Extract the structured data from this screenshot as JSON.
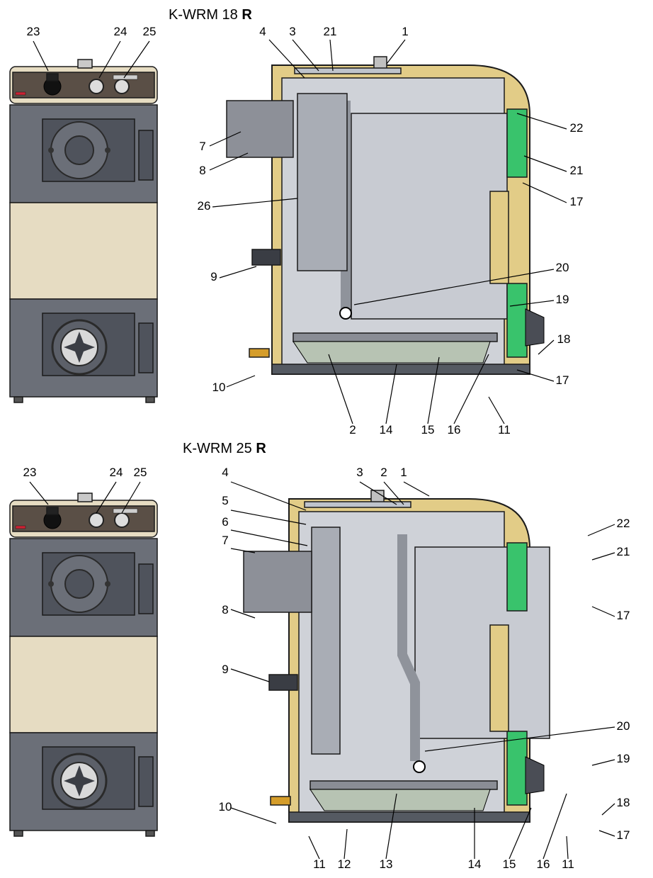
{
  "colors": {
    "body": "#6b6f78",
    "body_dark": "#4f535c",
    "top_panel": "#5a4f46",
    "cream": "#e6dcc2",
    "insulation": "#e2cc87",
    "inner": "#cfd2d8",
    "inner_dark": "#a9adb5",
    "green_seal": "#39c36c",
    "outline": "#1b1b1b"
  },
  "diagrams": [
    {
      "title_model": "K-WRM 18",
      "title_suffix": "R",
      "labels": [
        "23",
        "24",
        "25",
        "4",
        "3",
        "21",
        "1",
        "22",
        "7",
        "8",
        "21",
        "17",
        "26",
        "9",
        "20",
        "19",
        "18",
        "10",
        "17",
        "2",
        "14",
        "15",
        "16",
        "11"
      ]
    },
    {
      "title_model": "K-WRM 25",
      "title_suffix": "R",
      "labels": [
        "23",
        "24",
        "25",
        "4",
        "3",
        "2",
        "1",
        "5",
        "6",
        "22",
        "7",
        "21",
        "8",
        "17",
        "9",
        "20",
        "19",
        "18",
        "10",
        "17",
        "11",
        "12",
        "13",
        "14",
        "15",
        "16",
        "11"
      ]
    }
  ]
}
